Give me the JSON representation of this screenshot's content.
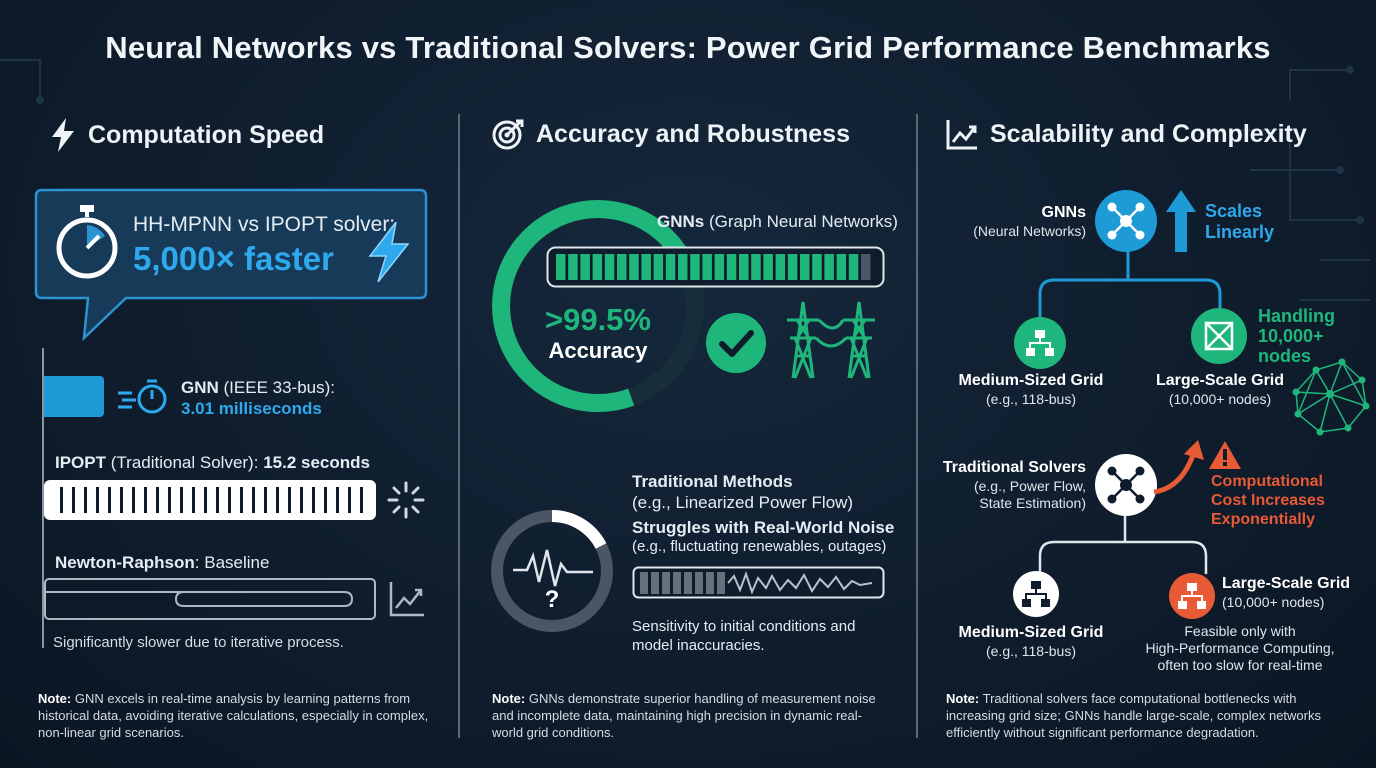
{
  "title": "Neural Networks vs Traditional Solvers: Power Grid Performance Benchmarks",
  "colors": {
    "accent_blue": "#1e9bd7",
    "accent_green": "#1fb67c",
    "accent_orange": "#e85a35",
    "bg": "#0f1c2c"
  },
  "speed": {
    "title": "Computation Speed",
    "callout_line1": "HH-MPNN vs IPOPT solver:",
    "callout_line2": "5,000× faster",
    "gnn_label": "GNN",
    "gnn_detail": "(IEEE 33-bus):",
    "gnn_value": "3.01 milliseconds",
    "ipopt_label": "IPOPT",
    "ipopt_detail": "(Traditional Solver):",
    "ipopt_value": "15.2 seconds",
    "newton_label": "Newton-Raphson",
    "newton_detail": ": Baseline",
    "newton_note": "Significantly slower due to iterative process.",
    "note_label": "Note:",
    "note_text": "GNN excels in real-time analysis by learning patterns from historical data, avoiding iterative calculations, especially in complex, non-linear grid scenarios."
  },
  "accuracy": {
    "title": "Accuracy and Robustness",
    "gnn_label": "GNNs",
    "gnn_detail": "(Graph Neural Networks)",
    "gauge_value": ">99.5%",
    "gauge_label": "Accuracy",
    "gauge_fraction": 0.75,
    "trad_title": "Traditional Methods",
    "trad_sub": "(e.g., Linearized Power Flow)",
    "noise_title": "Struggles with Real-World Noise",
    "noise_sub": "(e.g., fluctuating renewables, outages)",
    "sensitivity": "Sensitivity to initial conditions and model inaccuracies.",
    "question_glyph": "?",
    "note_label": "Note:",
    "note_text": "GNNs demonstrate superior handling of measurement noise and incomplete data, maintaining high precision in dynamic real-world grid conditions."
  },
  "scalability": {
    "title": "Scalability and Complexity",
    "gnn_label": "GNNs",
    "gnn_sub": "(Neural Networks)",
    "scales": "Scales Linearly",
    "handling": "Handling 10,000+ nodes",
    "medium_grid": "Medium-Sized Grid",
    "medium_sub": "(e.g., 118-bus)",
    "large_grid": "Large-Scale Grid",
    "large_sub": "(10,000+ nodes)",
    "trad_label": "Traditional Solvers",
    "trad_sub1": "(e.g., Power Flow,",
    "trad_sub2": "State Estimation)",
    "cost": "Computational Cost Increases Exponentially",
    "medium_grid2": "Medium-Sized Grid",
    "medium_sub2": "(e.g., 118-bus)",
    "large_grid2": "Large-Scale Grid",
    "large_sub2": "(10,000+ nodes)",
    "feasible1": "Feasible only with",
    "feasible2": "High-Performance Computing,",
    "feasible3": "often too slow for real-time",
    "note_label": "Note:",
    "note_text": "Traditional solvers face computational bottlenecks with increasing grid size; GNNs handle large-scale, complex networks efficiently without significant performance degradation."
  }
}
